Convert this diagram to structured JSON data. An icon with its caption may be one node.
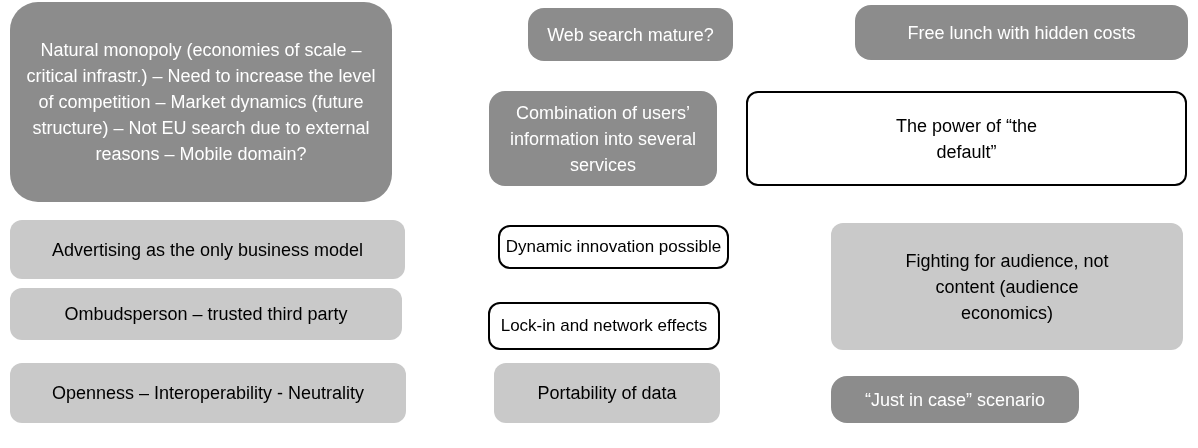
{
  "diagram": {
    "nodes": [
      {
        "text": [
          "Natural monopoly (economies of scale – critical infrastr.) – Need to increase the level of competition – Market dynamics (future structure) – Not EU search due to external reasons – Mobile domain?"
        ]
      },
      {
        "text": [
          "Web search mature?"
        ]
      },
      {
        "text": [
          "Free lunch with hidden costs"
        ]
      },
      {
        "text": [
          "Combination of users’ information into several services"
        ]
      },
      {
        "text": [
          "The power of “the default”"
        ]
      },
      {
        "text": [
          "Advertising as the only business model"
        ]
      },
      {
        "text": [
          "Dynamic innovation possible"
        ]
      },
      {
        "text": [
          "Fighting for audience, not content (audience economics)"
        ]
      },
      {
        "text": [
          "Ombudsperson – trusted third party"
        ]
      },
      {
        "text": [
          "Lock-in and network effects"
        ]
      },
      {
        "text": [
          "Openness – Interoperability - Neutrality"
        ]
      },
      {
        "text": [
          "Portability of data"
        ]
      },
      {
        "text": [
          "“Just in case” scenario"
        ]
      }
    ]
  }
}
